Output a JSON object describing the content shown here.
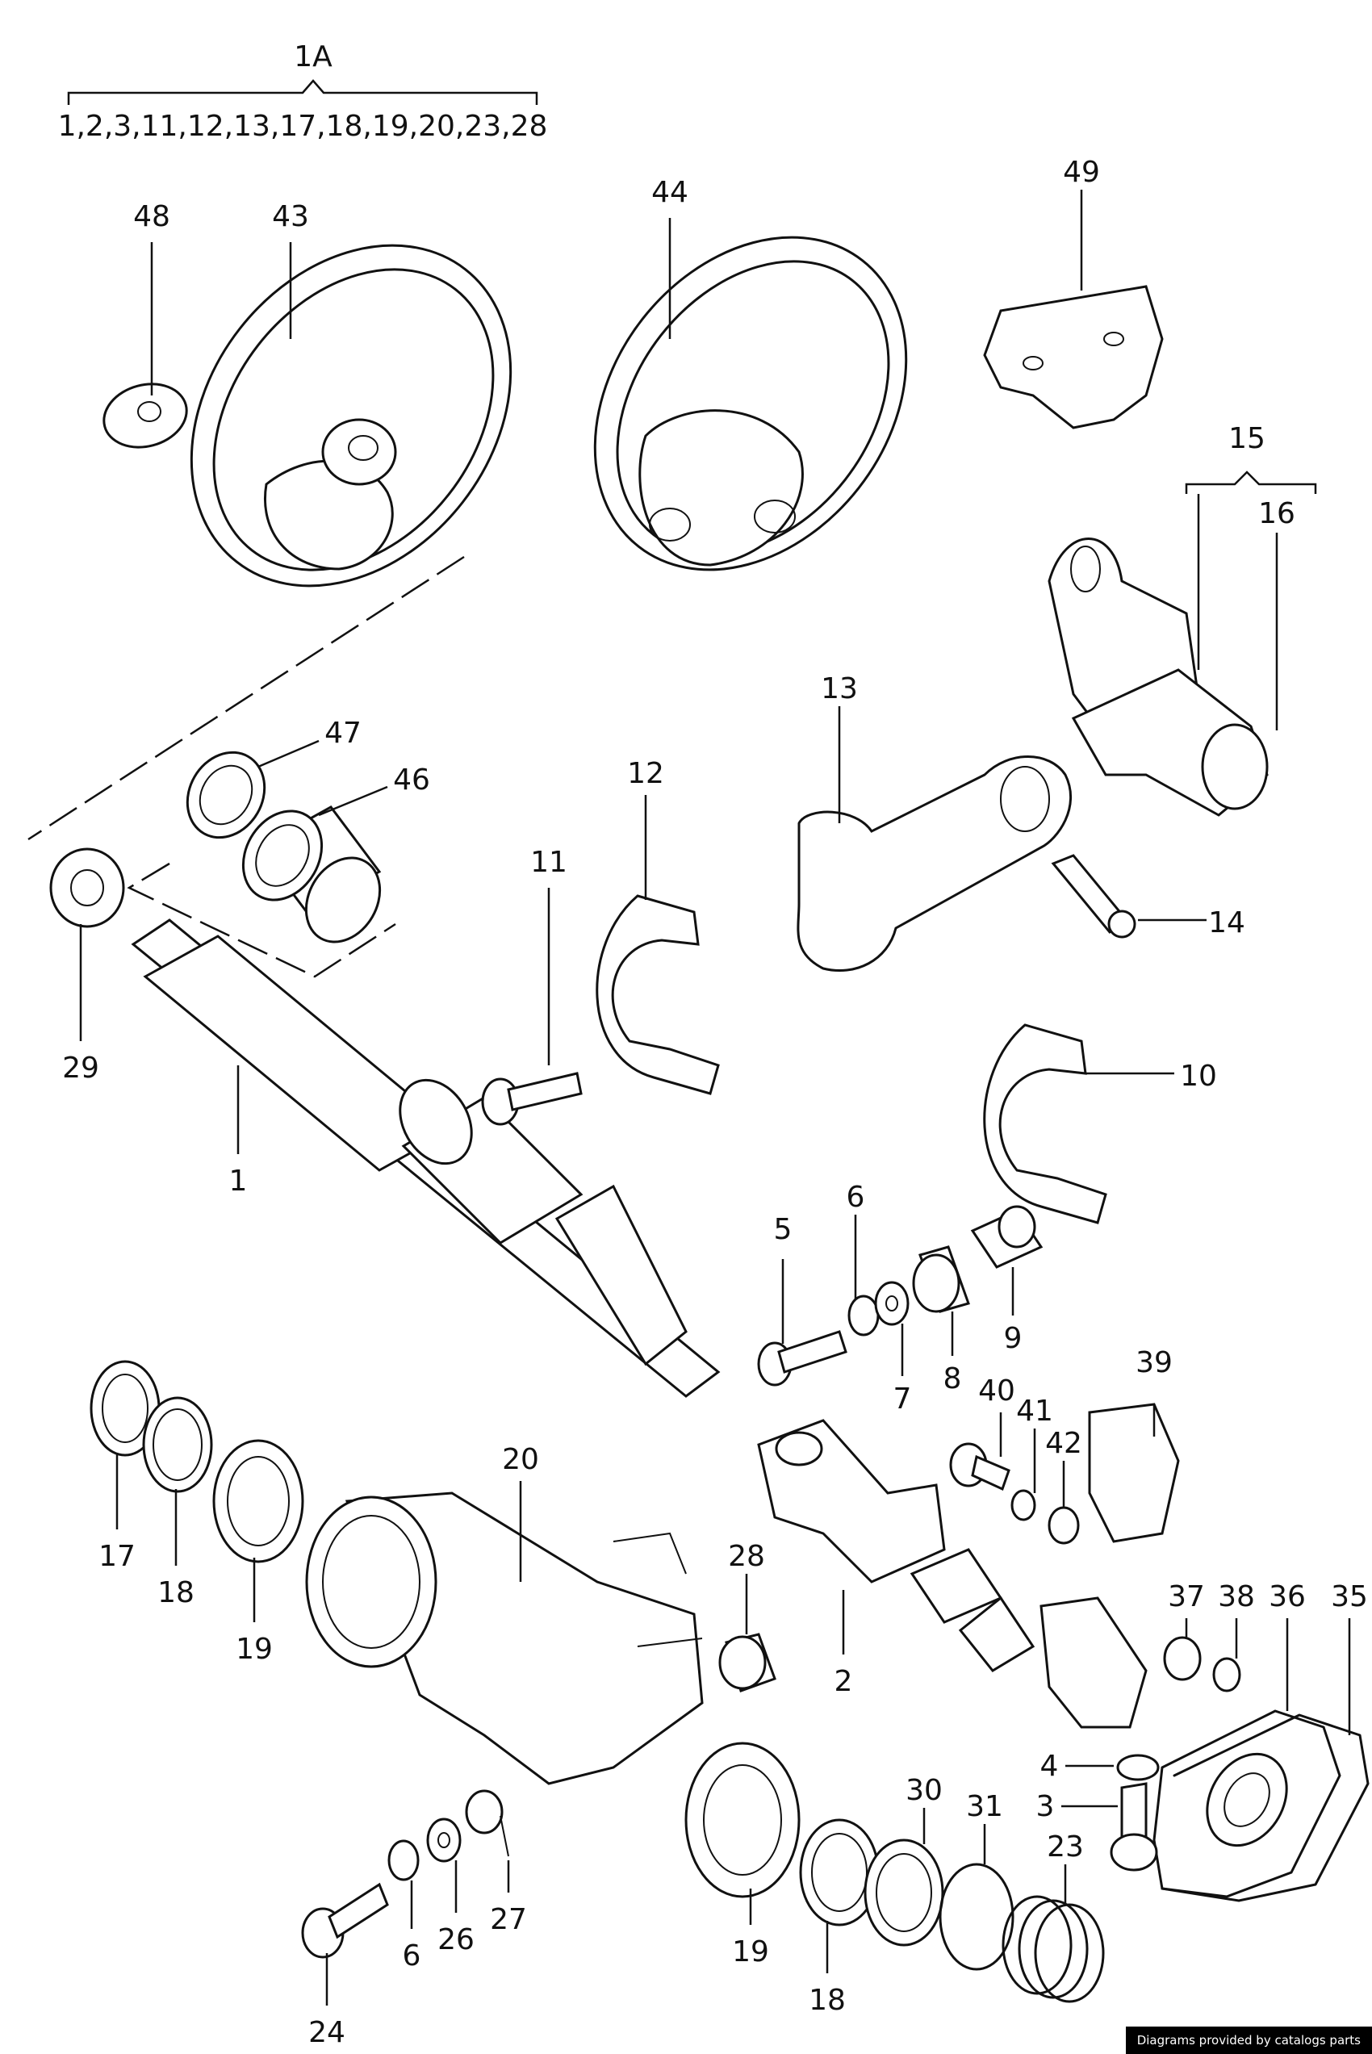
{
  "header": {
    "group_label": "1A",
    "group_members": "1,2,3,11,12,13,17,18,19,20,23,28"
  },
  "callouts": {
    "c1": "1",
    "c2": "2",
    "c3": "3",
    "c4": "4",
    "c5": "5",
    "c6a": "6",
    "c6b": "6",
    "c7": "7",
    "c8": "8",
    "c9": "9",
    "c10": "10",
    "c11": "11",
    "c12": "12",
    "c13": "13",
    "c14": "14",
    "c15": "15",
    "c16": "16",
    "c17": "17",
    "c18a": "18",
    "c18b": "18",
    "c19a": "19",
    "c19b": "19",
    "c20": "20",
    "c23": "23",
    "c24": "24",
    "c26": "26",
    "c27": "27",
    "c28": "28",
    "c29": "29",
    "c30": "30",
    "c31": "31",
    "c35": "35",
    "c36": "36",
    "c37": "37",
    "c38": "38",
    "c39": "39",
    "c40": "40",
    "c41": "41",
    "c42": "42",
    "c43": "43",
    "c44": "44",
    "c46": "46",
    "c47": "47",
    "c48": "48",
    "c49": "49"
  },
  "credit": "Diagrams provided by catalogs parts"
}
